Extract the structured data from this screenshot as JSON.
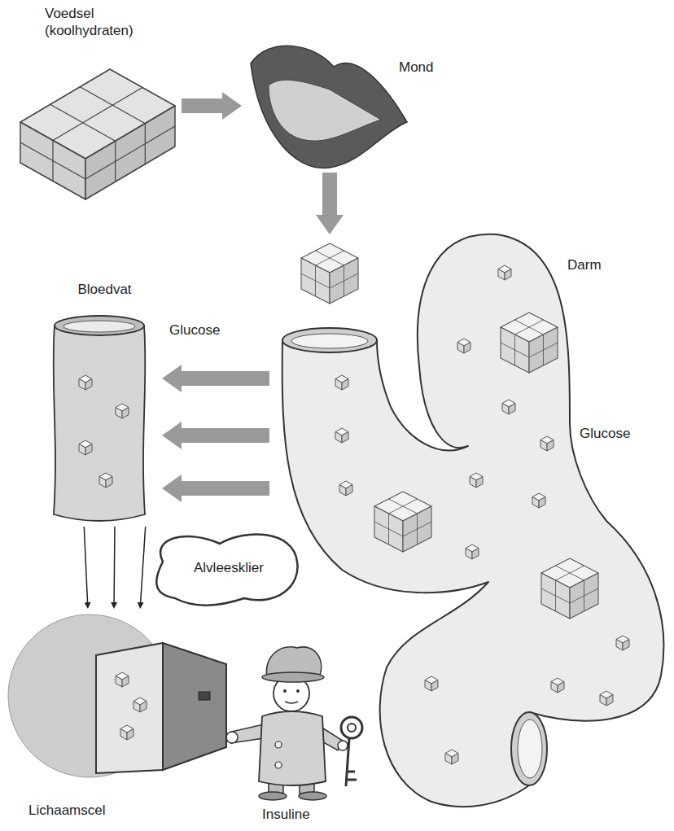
{
  "diagram": {
    "nodes": [
      {
        "text": [
          "Voedsel (koolhydraten)"
        ]
      },
      {
        "text": [
          "Mond"
        ]
      },
      {
        "text": [
          "Bloedvat"
        ]
      },
      {
        "text": [
          "Darm"
        ]
      },
      {
        "text": [
          "Alvleesklier"
        ]
      },
      {
        "text": [
          "Lichaamscel"
        ]
      }
    ],
    "edges": [
      {
        "from": 0,
        "to": 1,
        "arrow": "to"
      },
      {
        "from": 1,
        "to": 3,
        "arrow": "to"
      },
      {
        "from": 3,
        "to": 2,
        "arrow": "to"
      },
      {
        "from": 3,
        "to": 2,
        "arrow": "to"
      },
      {
        "from": 3,
        "to": 2,
        "arrow": "to"
      },
      {
        "from": 2,
        "to": 5,
        "arrow": "to"
      },
      {
        "from": 2,
        "to": 5,
        "arrow": "to"
      },
      {
        "from": 2,
        "to": 5,
        "arrow": "to"
      }
    ],
    "labels": [
      "Glucose",
      "Glucose",
      "Insuline"
    ]
  }
}
